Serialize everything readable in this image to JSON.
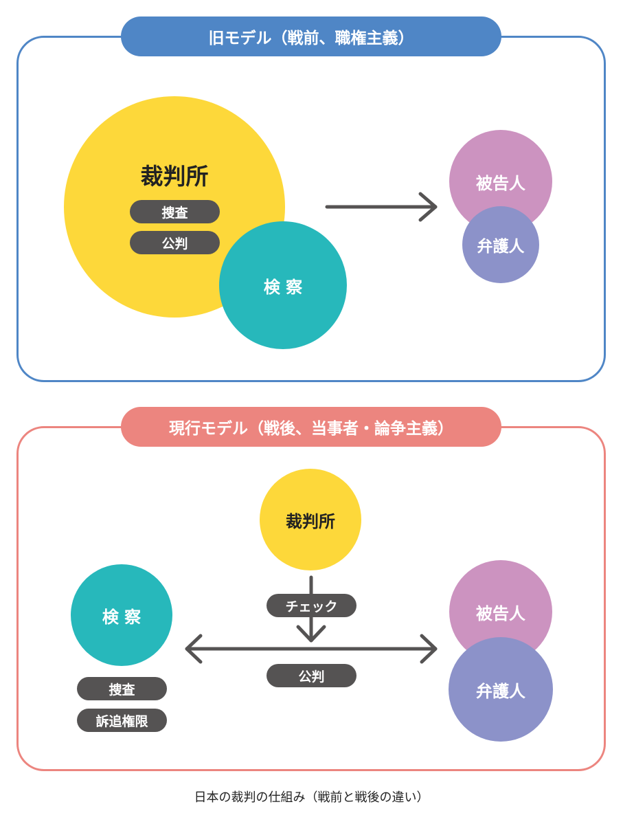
{
  "old_model": {
    "title": "旧モデル（戦前、職権主義）",
    "court": "裁判所",
    "court_roles": [
      "捜査",
      "公判"
    ],
    "prosecutor": "検 察",
    "defendant": "被告人",
    "lawyer": "弁護人"
  },
  "new_model": {
    "title": "現行モデル（戦後、当事者・論争主義）",
    "court": "裁判所",
    "check_label": "チェック",
    "trial_label": "公判",
    "prosecutor": "検 察",
    "prosecutor_roles": [
      "捜査",
      "訴追権限"
    ],
    "defendant": "被告人",
    "lawyer": "弁護人"
  },
  "caption": "日本の裁判の仕組み（戦前と戦後の違い）",
  "colors": {
    "old_frame": "#4f86c6",
    "new_frame": "#ec857f",
    "court": "#fdd83a",
    "prosecutor": "#27b8bb",
    "defendant": "#cc93c0",
    "lawyer": "#8c92c9",
    "pill": "#555353",
    "arrow": "#555353"
  }
}
